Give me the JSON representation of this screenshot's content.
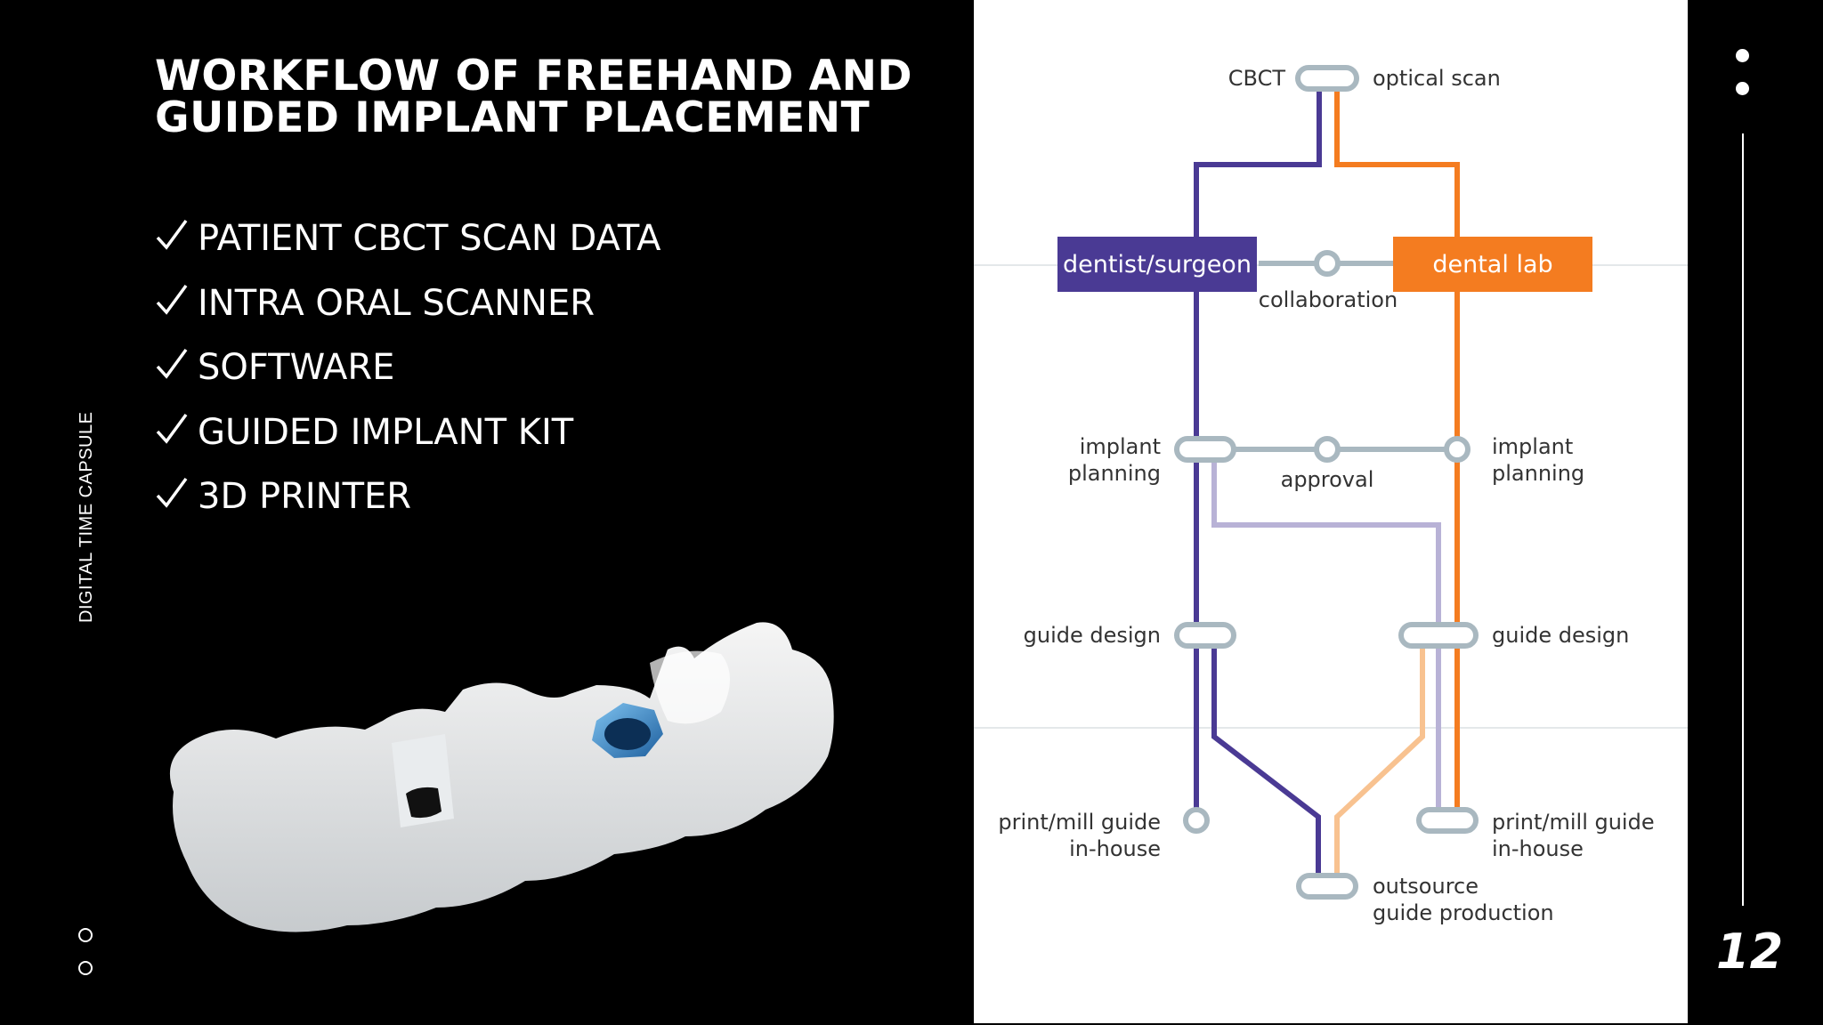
{
  "slide": {
    "title_line1": "WORKFLOW OF FREEHAND AND",
    "title_line2": "GUIDED IMPLANT PLACEMENT",
    "checklist": [
      "PATIENT CBCT SCAN DATA",
      "INTRA ORAL SCANNER",
      "SOFTWARE",
      "GUIDED IMPLANT KIT",
      "3D PRINTER"
    ],
    "check_icon": "checkmark-icon",
    "side_label": "DIGITAL TIME CAPSULE",
    "page_number": "12",
    "colors": {
      "background": "#000000",
      "text": "#ffffff",
      "guide_blue": "#2f7fc4"
    }
  },
  "diagram": {
    "nodes": {
      "cbct": "CBCT",
      "optical_scan": "optical scan",
      "dentist": "dentist/surgeon",
      "dental_lab": "dental lab",
      "collaboration": "collaboration",
      "implant_planning_left_1": "implant",
      "implant_planning_left_2": "planning",
      "approval": "approval",
      "implant_planning_right_1": "implant",
      "implant_planning_right_2": "planning",
      "guide_design_left": "guide design",
      "guide_design_right": "guide design",
      "print_left_1": "print/mill guide",
      "print_left_2": "in-house",
      "print_right_1": "print/mill guide",
      "print_right_2": "in-house",
      "outsource_1": "outsource",
      "outsource_2": "guide production"
    },
    "colors": {
      "dentist": "#4a3a94",
      "lab": "#f47c20",
      "dentist_light": "#b8b2d6",
      "lab_light": "#f8c290",
      "station": "#a9b8c0",
      "divider": "#e4e8ea"
    }
  }
}
